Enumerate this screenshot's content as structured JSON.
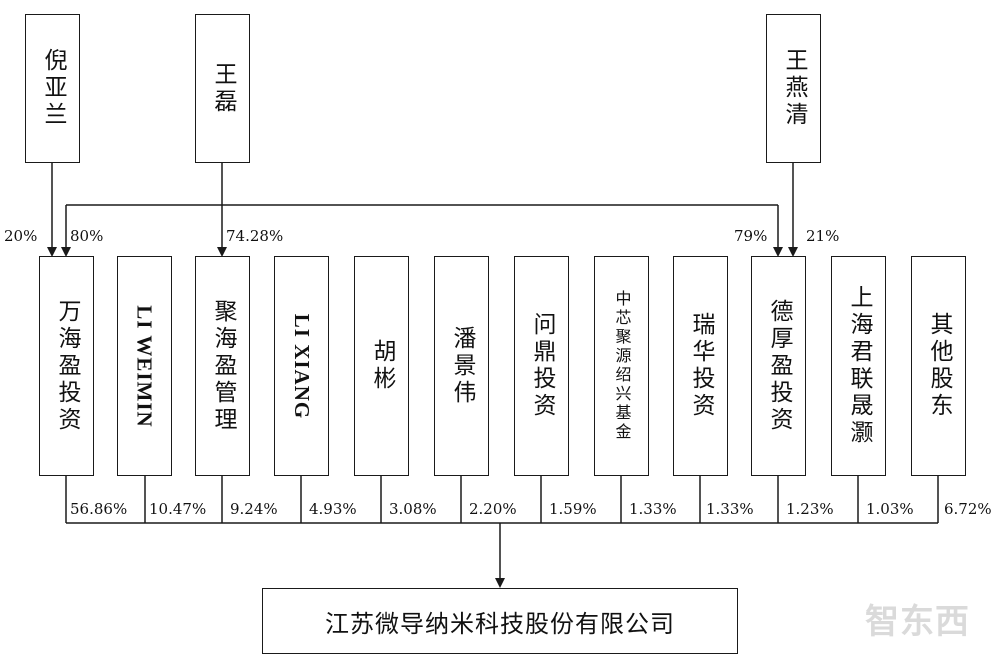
{
  "top_owners": {
    "ni": "倪亚兰",
    "wang_lei": "王磊",
    "wang_yanqing": "王燕清"
  },
  "upper_pcts": {
    "ni_to_wanhai": "20%",
    "wang_yanqing_to_wanhai": "80%",
    "wang_lei_to_juhai": "74.28%",
    "ni_to_dehou": "79%",
    "wang_yanqing_to_dehou": "21%"
  },
  "shareholders": [
    {
      "name": "万海盈投资",
      "pct": "56.86%"
    },
    {
      "name": "LI WEIMIN",
      "pct": "10.47%"
    },
    {
      "name": "聚海盈管理",
      "pct": "9.24%"
    },
    {
      "name": "LI XIANG",
      "pct": "4.93%"
    },
    {
      "name": "胡彬",
      "pct": "3.08%"
    },
    {
      "name": "潘景伟",
      "pct": "2.20%"
    },
    {
      "name": "问鼎投资",
      "pct": "1.59%"
    },
    {
      "name": "中芯聚源绍兴基金",
      "pct": "1.33%"
    },
    {
      "name": "瑞华投资",
      "pct": "1.33%"
    },
    {
      "name": "德厚盈投资",
      "pct": "1.23%"
    },
    {
      "name": "上海君联晟灏",
      "pct": "1.03%"
    },
    {
      "name": "其他股东",
      "pct": "6.72%"
    }
  ],
  "company": "江苏微导纳米科技股份有限公司",
  "watermark": "智东西"
}
